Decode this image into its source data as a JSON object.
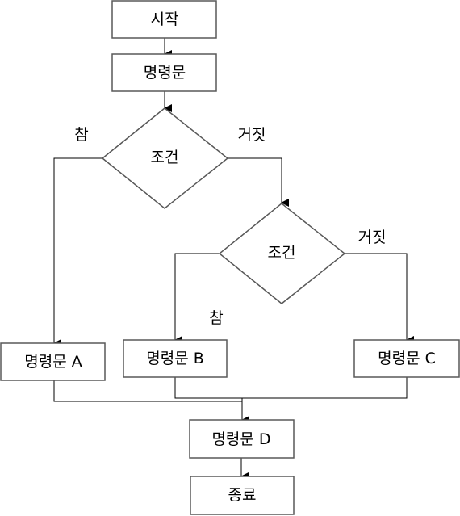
{
  "nodes": {
    "start": "시작",
    "stmt": "명령문",
    "cond1": "조건",
    "cond2": "조건",
    "stmt_a": "명령문 A",
    "stmt_b": "명령문 B",
    "stmt_c": "명령문 C",
    "stmt_d": "명령문 D",
    "end": "종료"
  },
  "edges": {
    "cond1_true": "참",
    "cond1_false": "거짓",
    "cond2_true": "참",
    "cond2_false": "거짓"
  },
  "colors": {
    "shape_border": "#595959",
    "connector": "#000000",
    "fill": "#ffffff"
  }
}
